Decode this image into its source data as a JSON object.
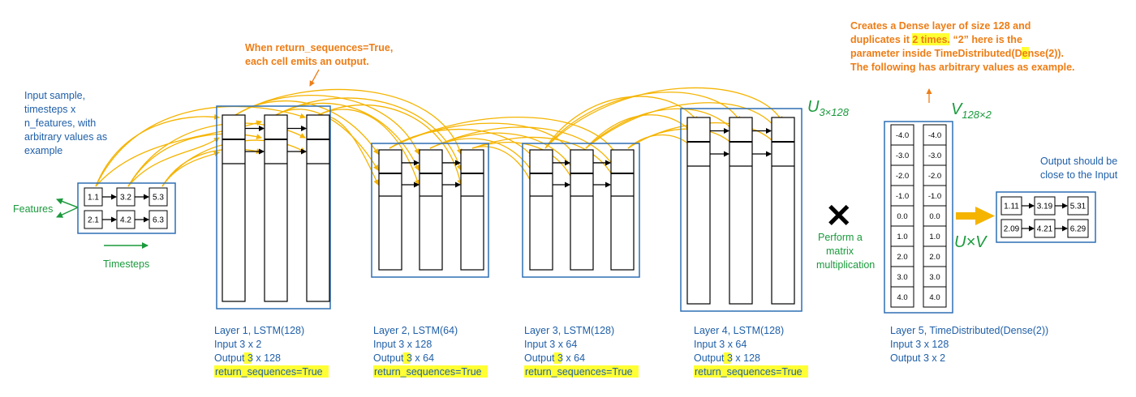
{
  "input_note": [
    "Input sample,",
    "timesteps x",
    "n_features, with",
    "arbitrary values as",
    "example"
  ],
  "features_label": "Features",
  "timesteps_label": "Timesteps",
  "input_matrix": [
    [
      "1.1",
      "3.2",
      "5.3"
    ],
    [
      "2.1",
      "4.2",
      "6.3"
    ]
  ],
  "return_seq_note": [
    "When return_sequences=True,",
    "each cell emits an output."
  ],
  "dense_note_lines": [
    [
      "Creates a Dense layer of size 128 and"
    ],
    [
      "duplicates it ",
      "2 times",
      ". “2” here is the"
    ],
    [
      "parameter inside TimeDistributed(Dense(",
      "2",
      "))."
    ],
    [
      "The following has arbitrary values as example."
    ]
  ],
  "layers": [
    {
      "title": "Layer 1, LSTM(128)",
      "input": "Input 3 x 2",
      "output_prefix": "Output ",
      "output_highlight": "3",
      "output_suffix": " x 128",
      "flag": "return_sequences=True"
    },
    {
      "title": "Layer 2, LSTM(64)",
      "input": "Input 3 x 128",
      "output_prefix": "Output ",
      "output_highlight": "3",
      "output_suffix": " x 64",
      "flag": "return_sequences=True"
    },
    {
      "title": "Layer 3, LSTM(128)",
      "input": "Input 3 x 64",
      "output_prefix": "Output ",
      "output_highlight": "3",
      "output_suffix": " x 64",
      "flag": "return_sequences=True"
    },
    {
      "title": "Layer 4, LSTM(128)",
      "input": "Input 3 x 64",
      "output_prefix": "Output ",
      "output_highlight": "3",
      "output_suffix": " x 128",
      "flag": "return_sequences=True"
    }
  ],
  "layer5": {
    "title": "Layer 5, TimeDistributed(Dense(2))",
    "input": "Input 3 x 128",
    "output": "Output 3 x 2"
  },
  "u_label": {
    "base": "U",
    "sub": "3×128"
  },
  "v_label": {
    "base": "V",
    "sub": "128×2"
  },
  "uv_label": "U×V",
  "matmul_symbol": "✕",
  "matmul_note": [
    "Perform a",
    "matrix",
    "multiplication"
  ],
  "v_values": [
    "-4.0",
    "-3.0",
    "-2.0",
    "-1.0",
    "0.0",
    "1.0",
    "2.0",
    "3.0",
    "4.0"
  ],
  "output_note": [
    "Output should be",
    "close to the Input"
  ],
  "output_matrix": [
    [
      "1.11",
      "3.19",
      "5.31"
    ],
    [
      "2.09",
      "4.21",
      "6.29"
    ]
  ],
  "colors": {
    "blue": "#1f5fa8",
    "green": "#1a9a3c",
    "orange": "#ed7d16",
    "arrow": "#f5b400",
    "highlight": "#ffff33"
  }
}
